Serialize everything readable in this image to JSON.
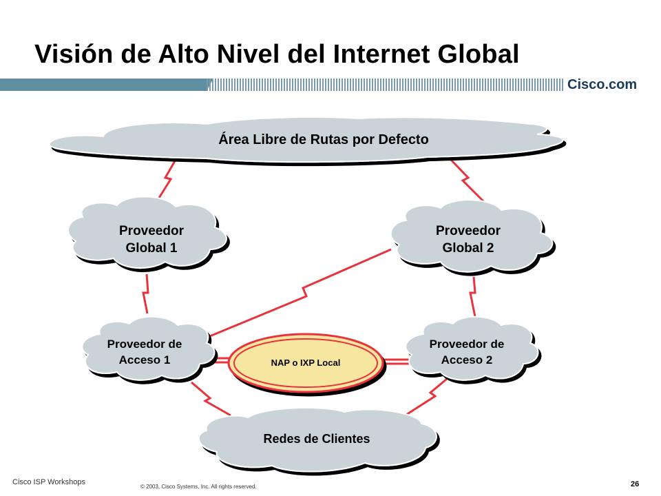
{
  "slide": {
    "title": "Visión de Alto Nivel del Internet Global",
    "brand": "Cisco.com",
    "footer_left": "Cisco ISP Workshops",
    "footer_copyright": "© 2003, Cisco Systems, Inc. All rights reserved.",
    "page_number": "26"
  },
  "diagram": {
    "nodes": {
      "default_free_zone": "Área Libre de Rutas por Defecto",
      "global_provider_1": [
        "Proveedor",
        "Global 1"
      ],
      "global_provider_2": [
        "Proveedor",
        "Global 2"
      ],
      "access_provider_1": [
        "Proveedor de",
        "Acceso 1"
      ],
      "access_provider_2": [
        "Proveedor de",
        "Acceso 2"
      ],
      "local_nap": "NAP o IXP Local",
      "customer_networks": "Redes de Clientes"
    },
    "colors": {
      "cloud_fill": "#c9d3d8",
      "link": "#e8323c",
      "nap_fill": "#f6e6a0",
      "nap_ring": "#e8323c",
      "accent_bar": "#5f8fa0"
    }
  }
}
